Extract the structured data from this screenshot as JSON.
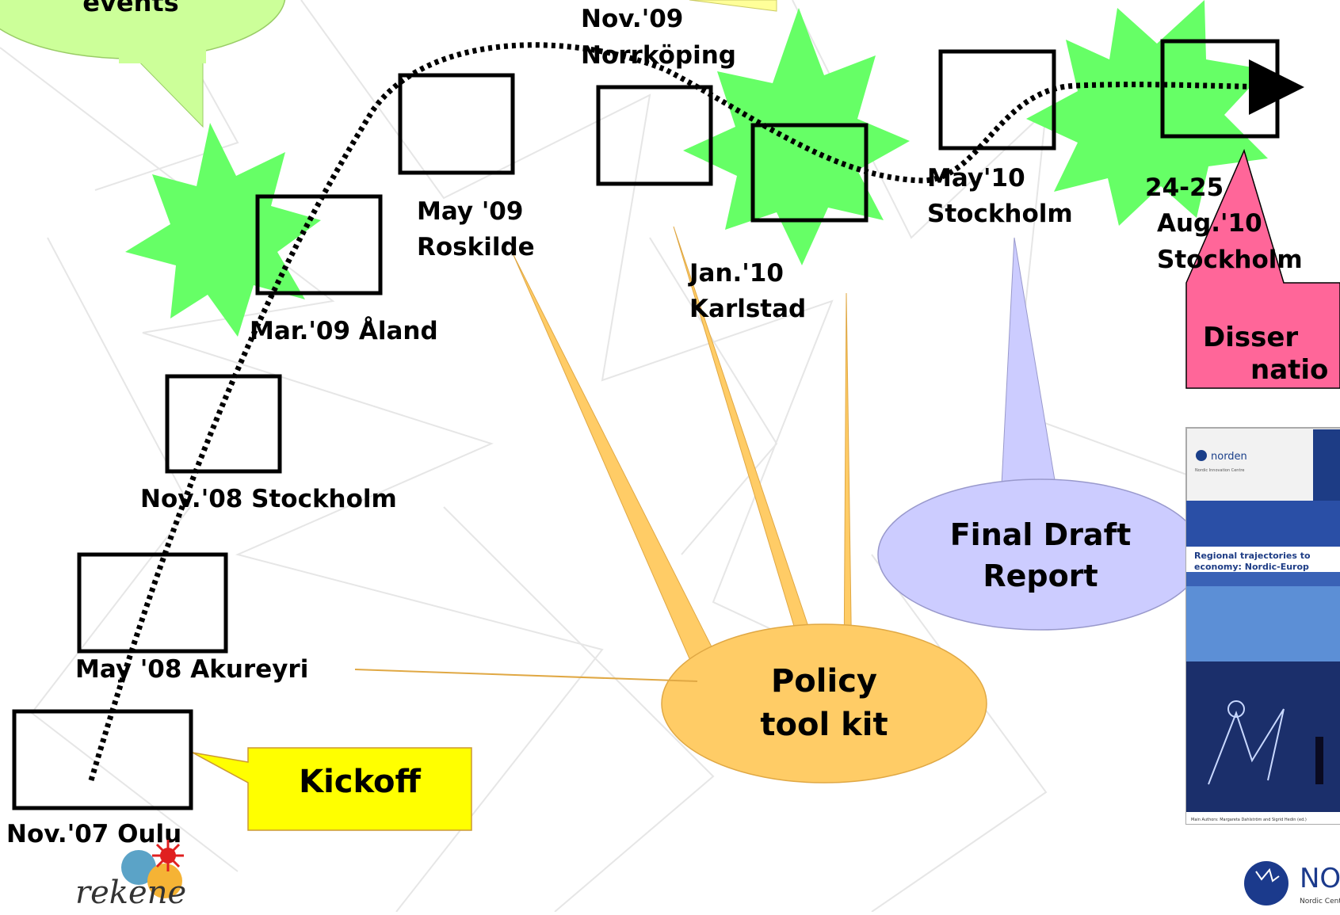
{
  "callouts": {
    "top_left": "events",
    "kickoff": "Kickoff",
    "policy_line1": "Policy",
    "policy_line2": "tool kit",
    "final_line1": "Final Draft",
    "final_line2": "Report",
    "dissem_line1": "Disser",
    "dissem_line2": "natio"
  },
  "meetings": {
    "oulu": "Nov.'07 Oulu",
    "akureyri": "May '08 Akureyri",
    "stockholm08": "Nov.'08 Stockholm",
    "aland": "Mar.'09 Åland",
    "roskilde_1": "May '09",
    "roskilde_2": "Roskilde",
    "norrkoping_1": "Nov.'09",
    "norrkoping_2": "Norrköping",
    "karlstad_1": "Jan.'10",
    "karlstad_2": "Karlstad",
    "stockholm10a_1": "May'10",
    "stockholm10a_2": "Stockholm",
    "stockholm10b_1": "24-25",
    "stockholm10b_2": "Aug.'10",
    "stockholm10b_3": "Stockholm"
  },
  "report_cover": {
    "publisher": "norden",
    "publisher_sub": "Nordic Innovation Centre",
    "title_1": "Regional trajectories to",
    "title_2": "economy: Nordic-Europ",
    "authors": "Main Authors: Margareta Dahlström and Sigrid Hedin (ed.)"
  },
  "logos": {
    "rekene": "rekene",
    "nordregio": "NORDREG",
    "nordregio_sub": "Nordic Centre for Spatial Deve"
  },
  "colors": {
    "starburst": "#66ff66",
    "policy_callout": "#ffcc66",
    "final_callout": "#ccccff",
    "kickoff_callout": "#ffff00",
    "dissem_callout": "#ff6699",
    "events_callout": "#ccff99"
  }
}
